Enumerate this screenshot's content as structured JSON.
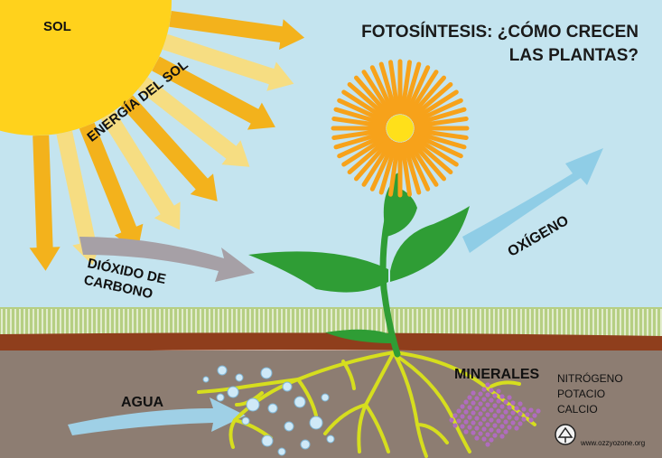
{
  "title": {
    "line1": "FOTOSÍNTESIS: ¿CÓMO CRECEN",
    "line2": "LAS PLANTAS?"
  },
  "labels": {
    "sun": "SOL",
    "sun_energy": "ENERGÍA DEL SOL",
    "co2_line1": "DIÓXIDO DE",
    "co2_line2": "CARBONO",
    "oxygen": "OXÍGENO",
    "water": "AGUA",
    "minerals": "MINERALES",
    "mineral_1": "NITRÓGENO",
    "mineral_2": "POTACIO",
    "mineral_3": "CALCIO"
  },
  "credit": "www.ozzyozone.org",
  "colors": {
    "sky": "#c4e4ef",
    "sun": "#ffd21c",
    "sun_ray_dark": "#f3b21c",
    "sun_ray_light": "#f6dd82",
    "petal": "#f7a21a",
    "flower_center": "#ffe01a",
    "leaf": "#2f9d35",
    "grass": "#b6cf83",
    "topsoil": "#8f3e1c",
    "soil": "#8d7d72",
    "roots": "#d6de1e",
    "water_arrow": "#9fd0e6",
    "co2_arrow": "#a6a0a6",
    "oxygen_arrow": "#8fcde6",
    "mineral_dots": "#b06cbf"
  },
  "icons": {
    "logo": "ozone-logo-icon"
  }
}
